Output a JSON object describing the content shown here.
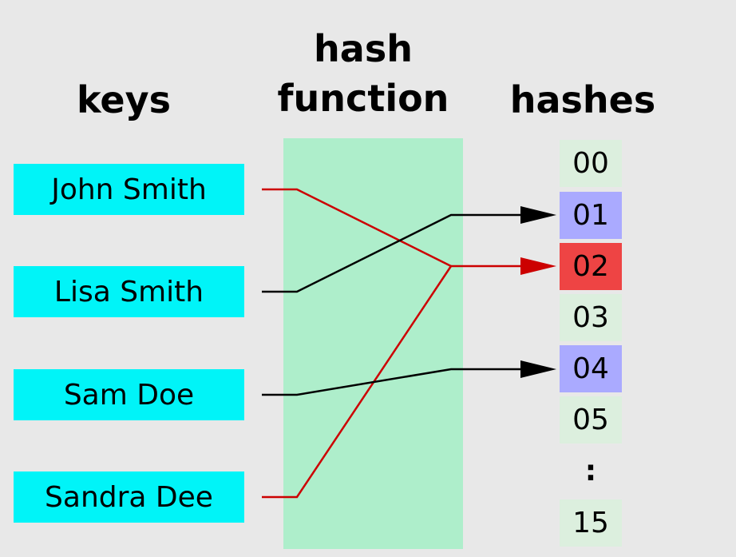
{
  "headers": {
    "keys": "keys",
    "hash_function": "hash\nfunction",
    "hashes": "hashes"
  },
  "keys": [
    "John Smith",
    "Lisa Smith",
    "Sam Doe",
    "Sandra Dee"
  ],
  "hashes": [
    {
      "label": "00",
      "color": "#dcefde"
    },
    {
      "label": "01",
      "color": "#aaaaff"
    },
    {
      "label": "02",
      "color": "#ee4444"
    },
    {
      "label": "03",
      "color": "#dcefde"
    },
    {
      "label": "04",
      "color": "#aaaaff"
    },
    {
      "label": "05",
      "color": "#dcefde"
    },
    {
      "label": ":",
      "color": "transparent"
    },
    {
      "label": "15",
      "color": "#dcefde"
    }
  ],
  "mappings": [
    {
      "key": "John Smith",
      "hash": "02",
      "color": "#cc0000"
    },
    {
      "key": "Lisa Smith",
      "hash": "01",
      "color": "#000000"
    },
    {
      "key": "Sam Doe",
      "hash": "04",
      "color": "#000000"
    },
    {
      "key": "Sandra Dee",
      "hash": "02",
      "color": "#cc0000"
    }
  ],
  "colors": {
    "background": "#e8e8e8",
    "key_box": "#00f4f8",
    "hash_function_band": "#aeeecb",
    "collision_line": "#cc0000",
    "normal_line": "#000000"
  }
}
